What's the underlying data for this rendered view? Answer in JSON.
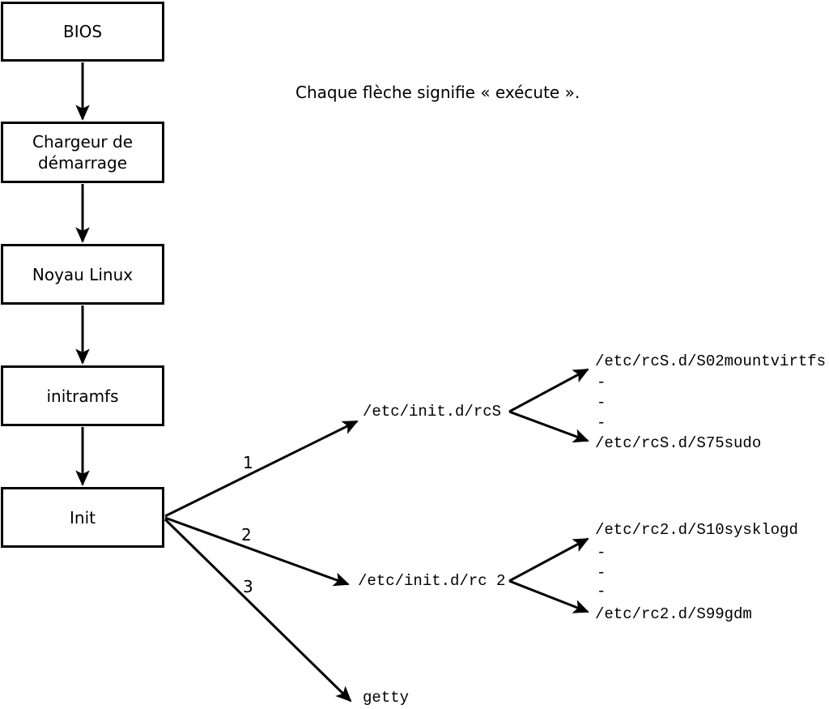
{
  "caption": "Chaque flèche signifie « exécute ».",
  "chain": [
    "BIOS",
    "Chargeur de démarrage",
    "Noyau Linux",
    "initramfs",
    "Init"
  ],
  "branches": {
    "rcs": {
      "num": "1",
      "target": "/etc/init.d/rcS",
      "first_script": "/etc/rcS.d/S02mountvirtfs",
      "last_script": "/etc/rcS.d/S75sudo"
    },
    "rc2": {
      "num": "2",
      "target": "/etc/init.d/rc 2",
      "first_script": "/etc/rc2.d/S10sysklogd",
      "last_script": "/etc/rc2.d/S99gdm"
    },
    "getty": {
      "num": "3",
      "target": "getty"
    }
  },
  "dash": "-",
  "colors": {
    "ink": "#000000",
    "background": "#ffffff"
  }
}
